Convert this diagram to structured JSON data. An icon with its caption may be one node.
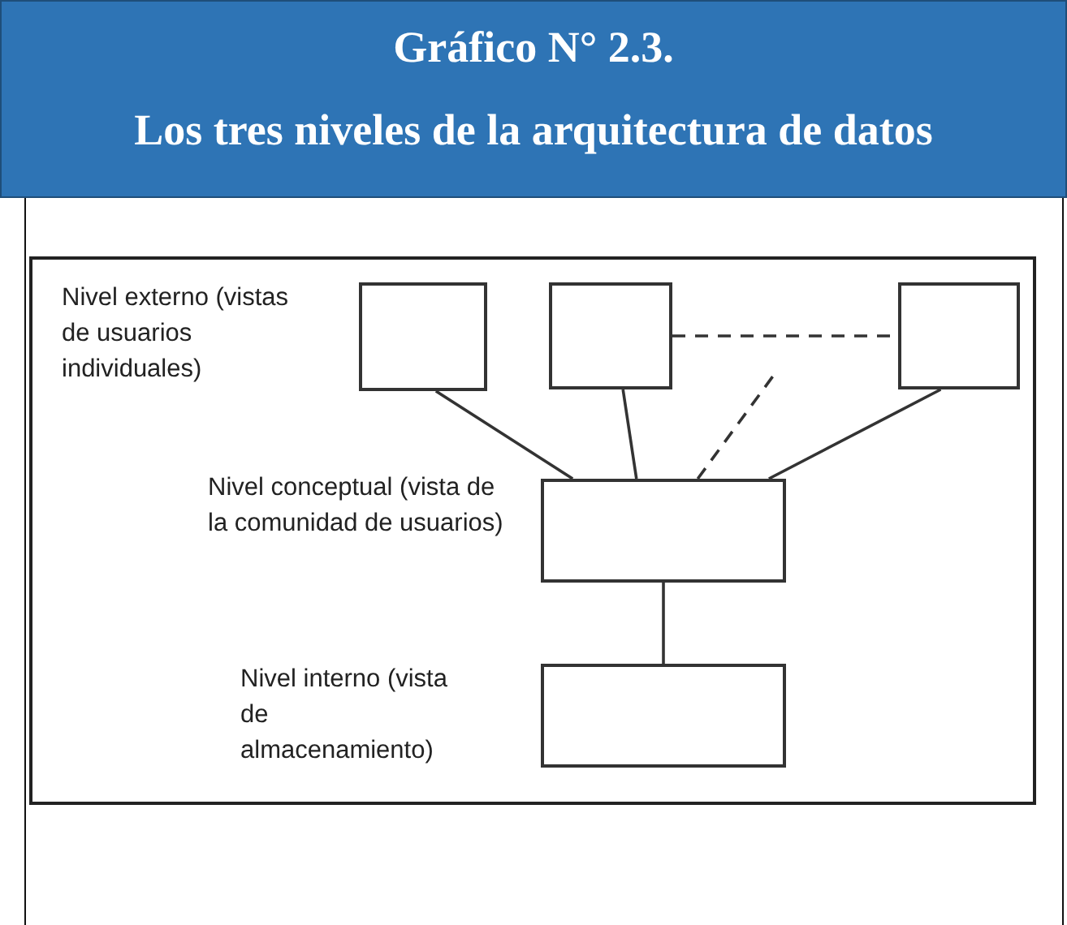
{
  "diagram": {
    "title": "Gráfico N° 2.3.",
    "nodes": [
      {
        "text": [],
        "shape": "box"
      },
      {
        "text": [],
        "shape": "box"
      },
      {
        "text": [],
        "shape": "box"
      },
      {
        "text": [],
        "shape": "box"
      },
      {
        "text": [],
        "shape": "box"
      }
    ],
    "edges": [
      {
        "from": 0,
        "to": 3,
        "arrow": "none"
      },
      {
        "from": 1,
        "to": 3,
        "arrow": "none"
      },
      {
        "from": 3,
        "to": null,
        "arrow": "none",
        "style": "dashed"
      },
      {
        "from": 1,
        "to": 2,
        "arrow": "none",
        "style": "dashed"
      },
      {
        "from": 2,
        "to": 3,
        "arrow": "none"
      },
      {
        "from": 3,
        "to": 4,
        "arrow": "none"
      }
    ],
    "labels": [
      "Los tres niveles de la arquitectura de datos",
      "Nivel externo (vistas de usuarios individuales)",
      "Nivel conceptual (vista de la comunidad de usuarios)",
      "Nivel interno (vista de almacenamiento)"
    ]
  }
}
